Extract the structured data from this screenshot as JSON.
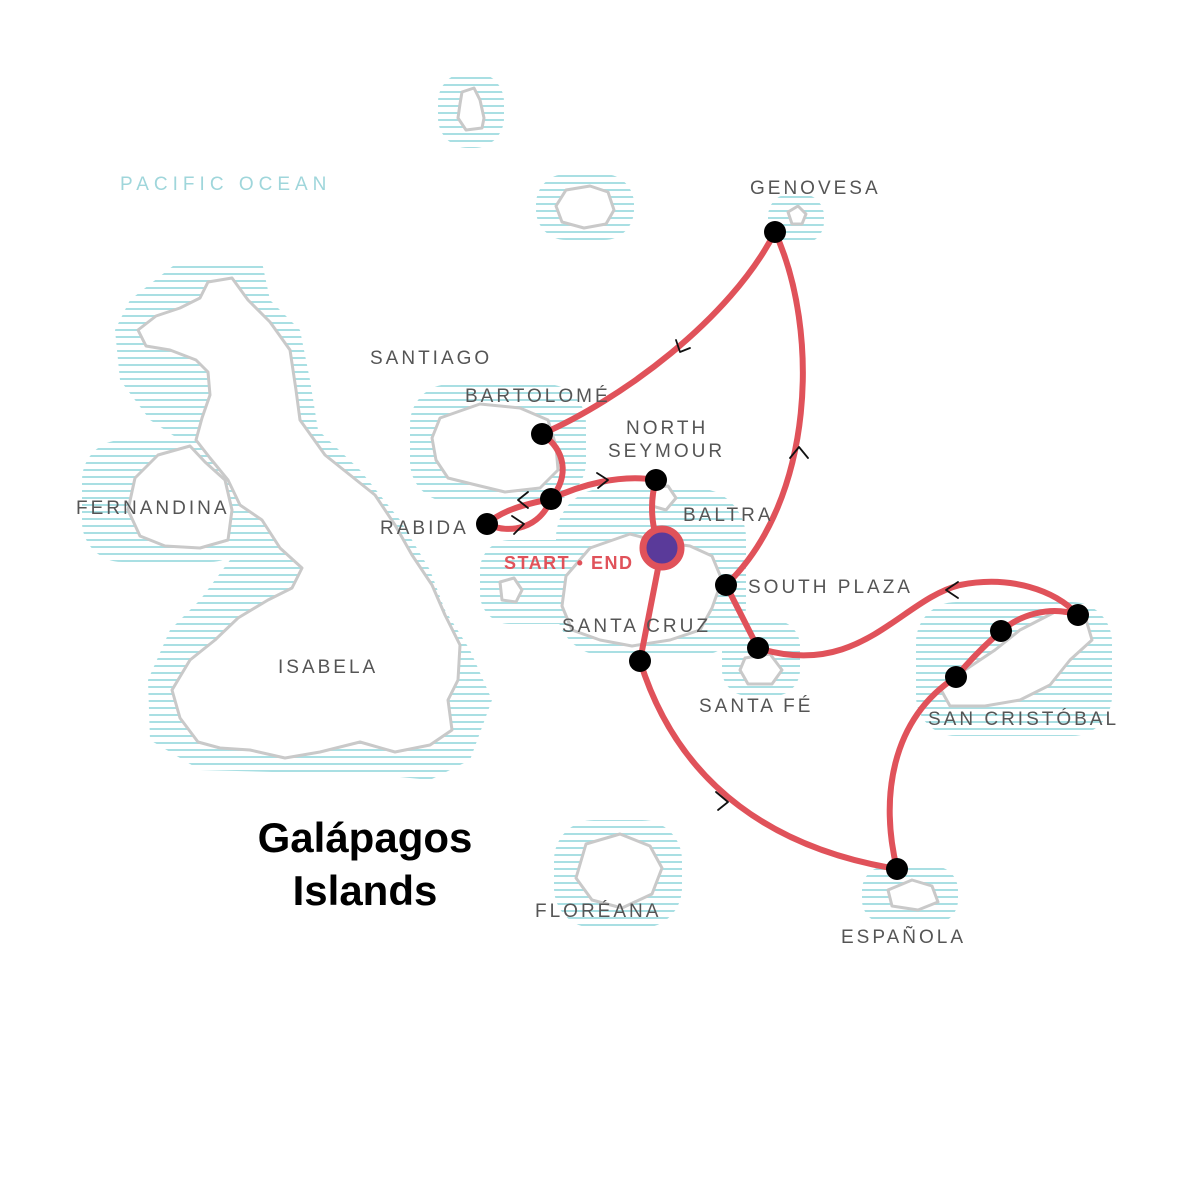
{
  "map": {
    "title_line1": "Galápagos",
    "title_line2": "Islands",
    "ocean_label": "PACIFIC OCEAN",
    "start_label": "START • END",
    "islands": {
      "genovesa": "GENOVESA",
      "santiago": "SANTIAGO",
      "bartolome": "BARTOLOMÉ",
      "north_seymour_1": "NORTH",
      "north_seymour_2": "SEYMOUR",
      "baltra": "BALTRA",
      "fernandina": "FERNANDINA",
      "rabida": "RABIDA",
      "south_plaza": "SOUTH PLAZA",
      "santa_cruz": "SANTA CRUZ",
      "isabela": "ISABELA",
      "santa_fe": "SANTA FÉ",
      "san_cristobal": "SAN CRISTÓBAL",
      "floreana": "FLORÉANA",
      "espanola": "ESPAÑOLA"
    }
  },
  "colors": {
    "route": "#e0525a",
    "start_fill": "#5a3a9a",
    "start_ring": "#e0525a",
    "stop": "#000000",
    "water": "#a9dfe3",
    "ocean_text": "#9fd6db",
    "start_text": "#e0525a"
  }
}
